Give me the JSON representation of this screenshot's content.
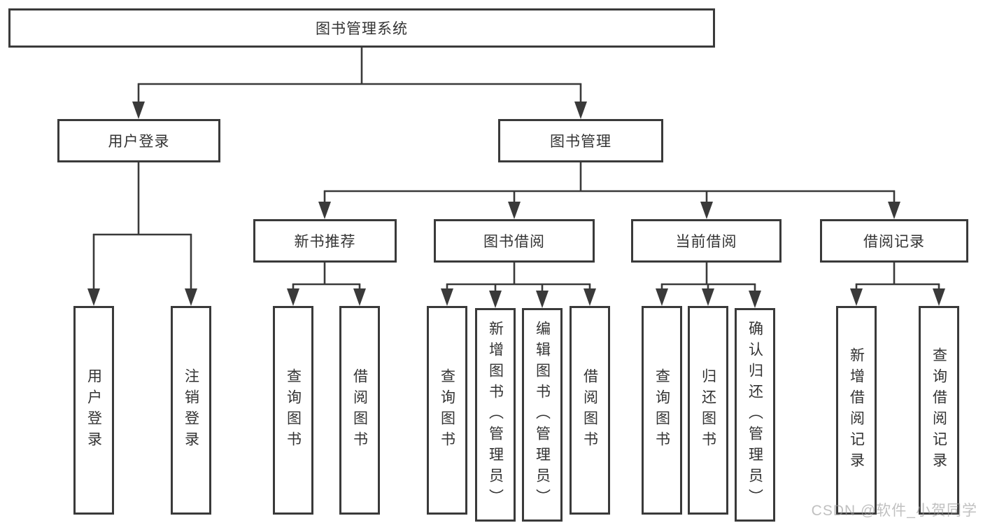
{
  "diagram": {
    "root": "图书管理系统",
    "user_branch": {
      "label": "用户登录",
      "children": [
        "用户登录",
        "注销登录"
      ]
    },
    "mgmt_branch": {
      "label": "图书管理",
      "groups": [
        {
          "label": "新书推荐",
          "children": [
            "查询图书",
            "借阅图书"
          ]
        },
        {
          "label": "图书借阅",
          "children": [
            "查询图书",
            "新增图书（管理员）",
            "编辑图书（管理员）",
            "借阅图书"
          ]
        },
        {
          "label": "当前借阅",
          "children": [
            "查询图书",
            "归还图书",
            "确认归还（管理员）"
          ]
        },
        {
          "label": "借阅记录",
          "children": [
            "新增借阅记录",
            "查询借阅记录"
          ]
        }
      ]
    }
  },
  "watermark": "CSDN @软件_小贺同学",
  "colors": {
    "line": "#3a3a3a",
    "box_border": "#3a3a3a",
    "box_background": "#ffffff",
    "text": "#333333",
    "watermark_text": "#9a9a9a",
    "background": "#ffffff"
  }
}
